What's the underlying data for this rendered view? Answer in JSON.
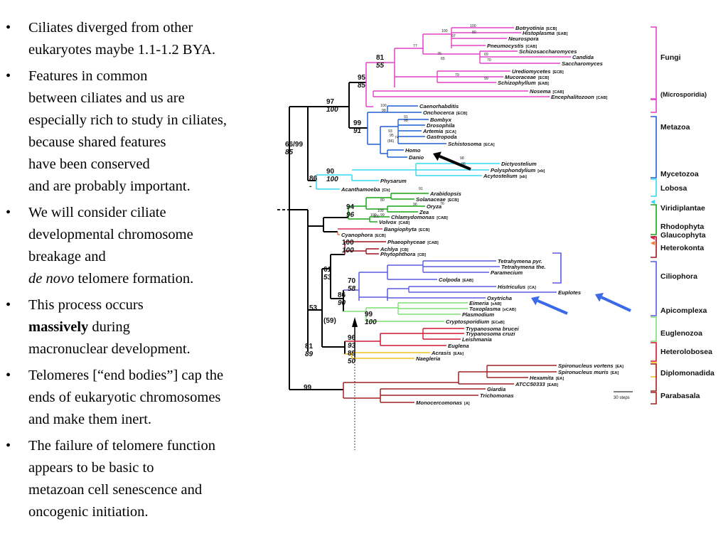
{
  "bullets": [
    {
      "lines": [
        {
          "parts": [
            {
              "text": "Ciliates diverged from other",
              "style": "normal"
            }
          ]
        },
        {
          "parts": [
            {
              "text": "eukaryotes maybe 1.1-1.2 BYA.",
              "style": "normal"
            }
          ]
        }
      ]
    },
    {
      "lines": [
        {
          "parts": [
            {
              "text": "Features in common",
              "style": "normal"
            }
          ]
        },
        {
          "parts": [
            {
              "text": "between ciliates and us are",
              "style": "normal"
            }
          ]
        },
        {
          "parts": [
            {
              "text": "especially rich to study in ciliates,",
              "style": "normal"
            }
          ]
        },
        {
          "parts": [
            {
              "text": "because shared features",
              "style": "normal"
            }
          ]
        },
        {
          "parts": [
            {
              "text": "have been conserved",
              "style": "normal"
            }
          ]
        },
        {
          "parts": [
            {
              "text": "and are probably important.",
              "style": "normal"
            }
          ]
        }
      ]
    },
    {
      "lines": [
        {
          "parts": [
            {
              "text": "We will consider ciliate",
              "style": "normal"
            }
          ]
        },
        {
          "parts": [
            {
              "text": "developmental chromosome",
              "style": "normal"
            }
          ]
        },
        {
          "parts": [
            {
              "text": "breakage and",
              "style": "normal"
            }
          ]
        },
        {
          "parts": [
            {
              "text": "de novo",
              "style": "italic"
            },
            {
              "text": " telomere formation.",
              "style": "normal"
            }
          ]
        }
      ]
    },
    {
      "lines": [
        {
          "parts": [
            {
              "text": "This process occurs",
              "style": "normal"
            }
          ]
        },
        {
          "parts": [
            {
              "text": "massively",
              "style": "bold"
            },
            {
              "text": " during",
              "style": "normal"
            }
          ]
        },
        {
          "parts": [
            {
              "text": "macronuclear development.",
              "style": "normal"
            }
          ]
        }
      ]
    },
    {
      "lines": [
        {
          "parts": [
            {
              "text": "Telomeres [“end bodies”] cap the",
              "style": "normal"
            }
          ]
        },
        {
          "parts": [
            {
              "text": "ends of eukaryotic chromosomes",
              "style": "normal"
            }
          ]
        },
        {
          "parts": [
            {
              "text": "and make them inert.",
              "style": "normal"
            }
          ]
        }
      ]
    },
    {
      "lines": [
        {
          "parts": [
            {
              "text": "The failure of telomere function",
              "style": "normal"
            }
          ]
        },
        {
          "parts": [
            {
              "text": "appears to be basic to",
              "style": "normal"
            }
          ]
        },
        {
          "parts": [
            {
              "text": "metazoan cell senescence and",
              "style": "normal"
            }
          ]
        },
        {
          "parts": [
            {
              "text": "oncogenic initiation.",
              "style": "normal"
            }
          ]
        }
      ]
    }
  ],
  "bullet_char": "•",
  "colors": {
    "fungi": "#e040c8",
    "metazoa": "#1e5fd8",
    "mycetozoa": "#36d8f0",
    "viridiplantae": "#16a616",
    "rhodophyta": "#e02a5a",
    "glaucophyta": "#f07a30",
    "heterokonta": "#a01020",
    "ciliophora": "#5a5ae0",
    "apicomplexa": "#7ae070",
    "euglenozoa": "#d01830",
    "heterolobosea": "#f0c020",
    "deep": "#a02020",
    "black": "#000000",
    "arrow_blue": "#3a6ae8"
  },
  "tree": {
    "groups": [
      {
        "name": "Fungi",
        "color": "fungi"
      },
      {
        "name": "(Microsporidia)",
        "color": "fungi"
      },
      {
        "name": "Metazoa",
        "color": "metazoa"
      },
      {
        "name": "Mycetozoa",
        "color": "mycetozoa"
      },
      {
        "name": "Lobosa",
        "color": "mycetozoa"
      },
      {
        "name": "Viridiplantae",
        "color": "viridiplantae"
      },
      {
        "name": "Rhodophyta",
        "color": "rhodophyta"
      },
      {
        "name": "Glaucophyta",
        "color": "glaucophyta"
      },
      {
        "name": "Heterokonta",
        "color": "heterokonta"
      },
      {
        "name": "Ciliophora",
        "color": "ciliophora"
      },
      {
        "name": "Apicomplexa",
        "color": "apicomplexa"
      },
      {
        "name": "Euglenozoa",
        "color": "euglenozoa"
      },
      {
        "name": "Heterolobosea",
        "color": "heterolobosea"
      },
      {
        "name": "Diplomonadida",
        "color": "deep"
      },
      {
        "name": "Parabasala",
        "color": "deep"
      }
    ],
    "taxa": [
      {
        "name": "Botryotinia",
        "tag": "[ECB]"
      },
      {
        "name": "Histoplasma",
        "tag": "[EAB]"
      },
      {
        "name": "Neurospora",
        "tag": ""
      },
      {
        "name": "Pneumocystis",
        "tag": "[CAB]"
      },
      {
        "name": "Schizosaccharomyces",
        "tag": ""
      },
      {
        "name": "Candida",
        "tag": ""
      },
      {
        "name": "Saccharomyces",
        "tag": ""
      },
      {
        "name": "Urediomycetes",
        "tag": "[ECB]"
      },
      {
        "name": "Mucoraceae",
        "tag": "[ECB]"
      },
      {
        "name": "Schizophyllum",
        "tag": "[EAB]"
      },
      {
        "name": "Nosema",
        "tag": "[CAB]"
      },
      {
        "name": "Encephalitozoon",
        "tag": "[CAB]"
      },
      {
        "name": "Caenorhabditis",
        "tag": ""
      },
      {
        "name": "Onchocerca",
        "tag": "[ECB]"
      },
      {
        "name": "Bombyx",
        "tag": ""
      },
      {
        "name": "Drosophila",
        "tag": ""
      },
      {
        "name": "Artemia",
        "tag": "[ECA]"
      },
      {
        "name": "Gastropoda",
        "tag": ""
      },
      {
        "name": "Schistosoma",
        "tag": "[ECA]"
      },
      {
        "name": "Homo",
        "tag": ""
      },
      {
        "name": "Danio",
        "tag": ""
      },
      {
        "name": "Dictyostelium",
        "tag": ""
      },
      {
        "name": "Polysphondylium",
        "tag": "[eb]"
      },
      {
        "name": "Acytostelium",
        "tag": "[ab]"
      },
      {
        "name": "Physarum",
        "tag": ""
      },
      {
        "name": "Acanthamoeba",
        "tag": "[Cb]"
      },
      {
        "name": "Arabidopsis",
        "tag": ""
      },
      {
        "name": "Solanaceae",
        "tag": "[ECB]"
      },
      {
        "name": "Oryza",
        "tag": ""
      },
      {
        "name": "Zea",
        "tag": ""
      },
      {
        "name": "Chlamydomonas",
        "tag": "[CAB]"
      },
      {
        "name": "Volvox",
        "tag": "[CAB]"
      },
      {
        "name": "Bangiophyta",
        "tag": "[ECB]"
      },
      {
        "name": "Cyanophora",
        "tag": "[ECB]"
      },
      {
        "name": "Phaeophyceae",
        "tag": "[CAB]"
      },
      {
        "name": "Achlya",
        "tag": "[CB]"
      },
      {
        "name": "Phytophthora",
        "tag": "[CB]"
      },
      {
        "name": "Tetrahymena pyr.",
        "tag": ""
      },
      {
        "name": "Tetrahymena the.",
        "tag": ""
      },
      {
        "name": "Paramecium",
        "tag": ""
      },
      {
        "name": "Colpoda",
        "tag": "[EAB]"
      },
      {
        "name": "Histriculus",
        "tag": "[CA]"
      },
      {
        "name": "Euplotes",
        "tag": ""
      },
      {
        "name": "Oxytricha",
        "tag": ""
      },
      {
        "name": "Eimeria",
        "tag": "[eAB]"
      },
      {
        "name": "Toxoplasma",
        "tag": "[eCAB]"
      },
      {
        "name": "Plasmodium",
        "tag": ""
      },
      {
        "name": "Cryptosporidium",
        "tag": "[ECaB]"
      },
      {
        "name": "Trypanosoma brucei",
        "tag": ""
      },
      {
        "name": "Trypanosoma cruzi",
        "tag": ""
      },
      {
        "name": "Leishmania",
        "tag": ""
      },
      {
        "name": "Euglena",
        "tag": ""
      },
      {
        "name": "Acrasis",
        "tag": "[EAb]"
      },
      {
        "name": "Naegleria",
        "tag": ""
      },
      {
        "name": "Spironucleus vortens",
        "tag": "[EA]"
      },
      {
        "name": "Spironucleus muris",
        "tag": "[EA]"
      },
      {
        "name": "Hexamita",
        "tag": "[EA]"
      },
      {
        "name": "ATCC50333",
        "tag": "[EAB]"
      },
      {
        "name": "Giardia",
        "tag": ""
      },
      {
        "name": "Trichomonas",
        "tag": ""
      },
      {
        "name": "Monocercomonas",
        "tag": "[A]"
      }
    ],
    "node_labels": [
      {
        "top": "97",
        "bottom": "100"
      },
      {
        "top": "95",
        "bottom": "85"
      },
      {
        "top": "81",
        "bottom": "55"
      },
      {
        "top": "99",
        "bottom": "91"
      },
      {
        "top": "66/99",
        "bottom": "85"
      },
      {
        "top": "86",
        "bottom": "-"
      },
      {
        "top": "90",
        "bottom": "100"
      },
      {
        "top": "94",
        "bottom": "96"
      },
      {
        "top": "100",
        "bottom": "100"
      },
      {
        "top": "61",
        "bottom": "53"
      },
      {
        "top": "70",
        "bottom": "58"
      },
      {
        "top": "86",
        "bottom": "90"
      },
      {
        "top": "53",
        "bottom": ""
      },
      {
        "top": "99",
        "bottom": "100"
      },
      {
        "top": "(59)",
        "bottom": ""
      },
      {
        "top": "96",
        "bottom": "93"
      },
      {
        "top": "81",
        "bottom": "89"
      },
      {
        "top": "89",
        "bottom": "50"
      },
      {
        "top": "99",
        "bottom": ""
      }
    ],
    "small_values": [
      "100",
      "80",
      "97",
      "77",
      "76",
      "65",
      "69",
      "70",
      "79",
      "99",
      "98",
      "96",
      "91",
      "93",
      "95",
      "(86)",
      "74",
      "62",
      "(76)",
      "96",
      "100"
    ],
    "scale_label": "30 steps"
  }
}
